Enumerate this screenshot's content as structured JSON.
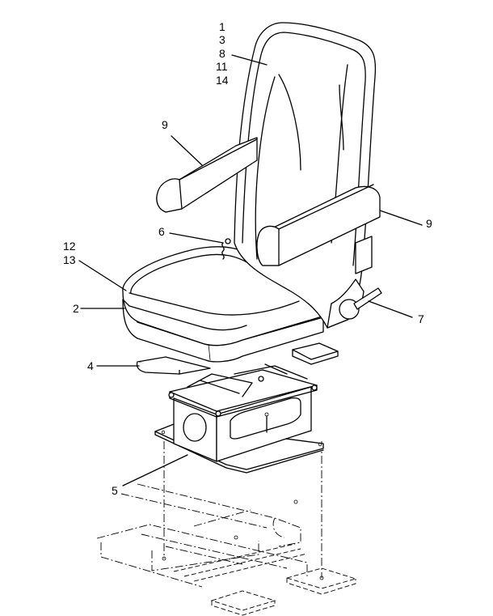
{
  "callouts": {
    "c1": "1",
    "c3": "3",
    "c8": "8",
    "c11": "11",
    "c14": "14",
    "c9a": "9",
    "c9b": "9",
    "c6": "6",
    "c12": "12",
    "c13": "13",
    "c2": "2",
    "c7": "7",
    "c4": "4",
    "c5": "5"
  }
}
